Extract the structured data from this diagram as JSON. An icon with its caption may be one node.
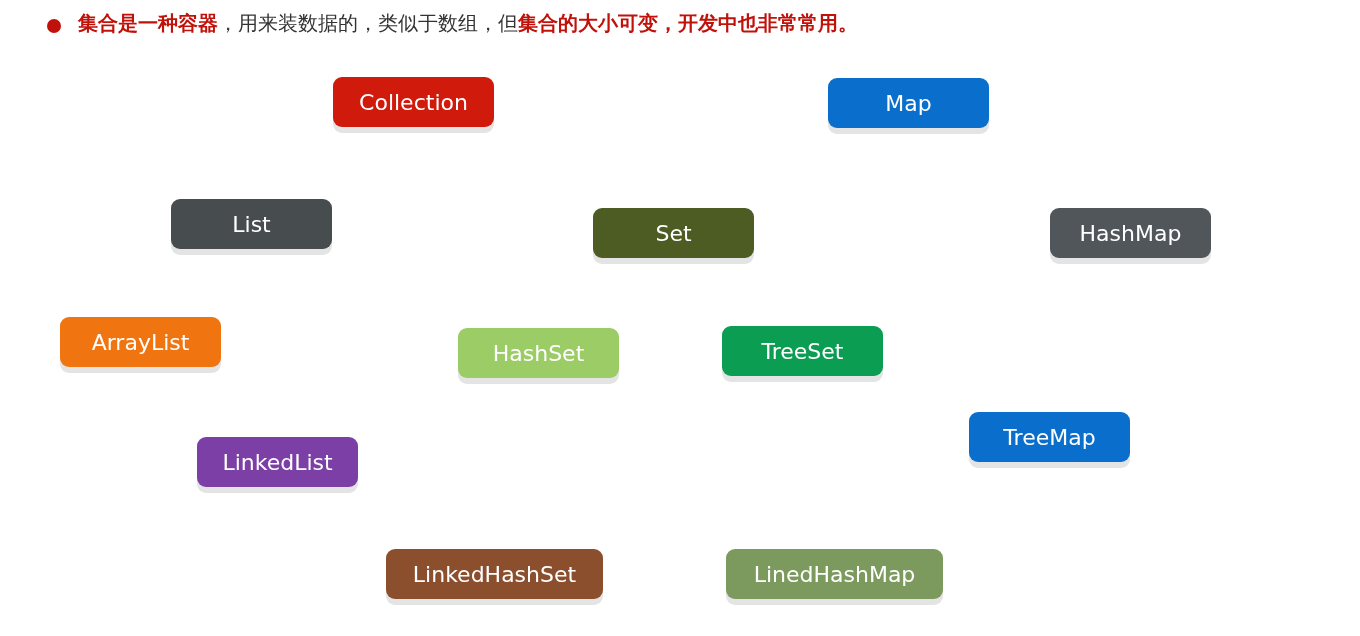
{
  "diagram": {
    "title": "**集合是一种容器**，用来装数据的，类似于数组，但**集合的大小可变，开发中也非常常用。**",
    "nodes": [
      {
        "text": [
          "Collection"
        ]
      },
      {
        "text": [
          "Map"
        ]
      },
      {
        "text": [
          "List"
        ]
      },
      {
        "text": [
          "Set"
        ]
      },
      {
        "text": [
          "HashMap"
        ]
      },
      {
        "text": [
          "ArrayList"
        ]
      },
      {
        "text": [
          "HashSet"
        ]
      },
      {
        "text": [
          "TreeSet"
        ]
      },
      {
        "text": [
          "TreeMap"
        ]
      },
      {
        "text": [
          "LinkedList"
        ]
      },
      {
        "text": [
          "LinkedHashSet"
        ]
      },
      {
        "text": [
          "LinedHashMap"
        ]
      }
    ]
  }
}
